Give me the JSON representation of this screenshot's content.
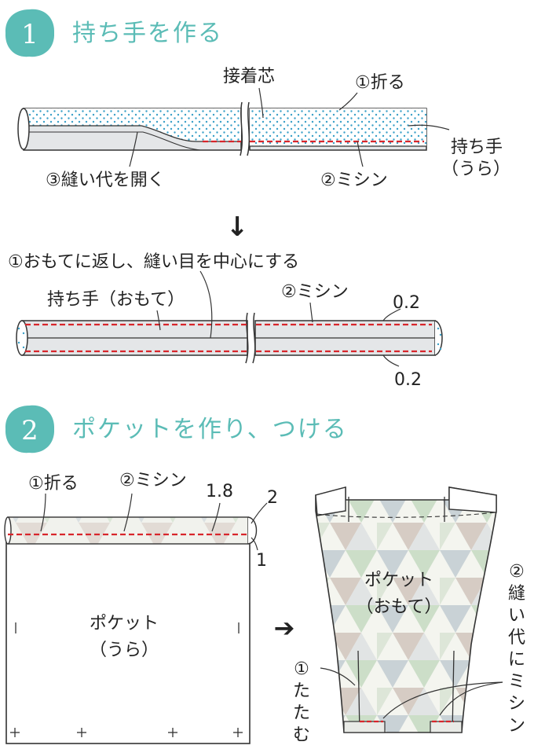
{
  "colors": {
    "accent": "#5bbcb6",
    "stitch": "#d8262c",
    "dots": "#3aa0c8",
    "fabric_gray": "#e4e6e8",
    "line": "#333333"
  },
  "step1": {
    "number": "1",
    "title": "持ち手を作る",
    "labels": {
      "interfacing": "接着芯",
      "fold": "①折る",
      "handle_back_1": "持ち手",
      "handle_back_2": "（うら）",
      "open_seam": "③縫い代を開く",
      "sew": "②ミシン"
    },
    "arrow": "↓",
    "result": {
      "turn_label": "①おもてに返し、縫い目を中心にする",
      "handle_front": "持ち手（おもて）",
      "sew": "②ミシン",
      "margin_top": "0.2",
      "margin_bottom": "0.2"
    }
  },
  "step2": {
    "number": "2",
    "title": "ポケットを作り、つける",
    "labels": {
      "fold": "①折る",
      "sew": "②ミシン",
      "dim_1_8": "1.8",
      "dim_2": "2",
      "dim_1": "1",
      "pocket_back_1": "ポケット",
      "pocket_back_2": "（うら）",
      "arrow": "➔",
      "pocket_front_1": "ポケット",
      "pocket_front_2": "（おもて）",
      "seam_sew_v": [
        "②",
        "縫",
        "い",
        "代",
        "に",
        "ミ",
        "シ",
        "ン"
      ],
      "fold_v": [
        "①",
        "た",
        "た",
        "む"
      ]
    }
  }
}
